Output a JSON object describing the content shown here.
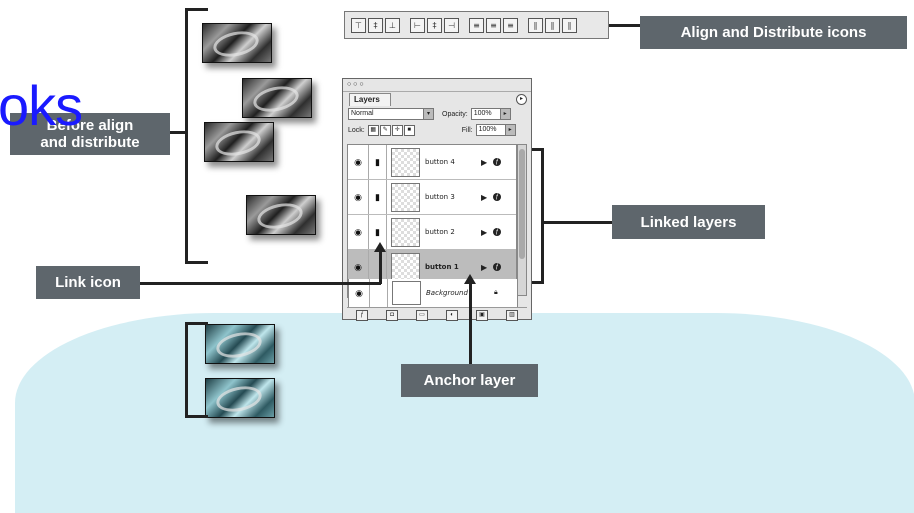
{
  "callouts": {
    "align_distribute": "Align and Distribute icons",
    "before_line1": "Before align",
    "before_line2": "and distribute",
    "linked_layers": "Linked layers",
    "link_icon": "Link icon",
    "anchor_layer": "Anchor layer"
  },
  "overlay_text": "oks",
  "palette": {
    "title_dots": "○ ○ ○",
    "tab": "Layers",
    "blend_mode": "Normal",
    "opacity_label": "Opacity:",
    "opacity_value": "100%",
    "lock_label": "Lock:",
    "fill_label": "Fill:",
    "fill_value": "100%",
    "layers": [
      {
        "name": "button 4",
        "linked": true,
        "style": "normal"
      },
      {
        "name": "button 3",
        "linked": true,
        "style": "normal"
      },
      {
        "name": "button 2",
        "linked": true,
        "style": "normal"
      },
      {
        "name": "button 1",
        "linked": false,
        "style": "bold",
        "active": true
      },
      {
        "name": "Background",
        "linked": false,
        "style": "italic"
      }
    ]
  },
  "colors": {
    "callout_bg": "#5e666c",
    "backdrop": "#d4eef4",
    "overlay_text": "#1a1aff"
  },
  "icons": {
    "visibility": "eye-icon",
    "link": "link-icon",
    "effects": "fx-icon",
    "lock": "lock-icon"
  }
}
